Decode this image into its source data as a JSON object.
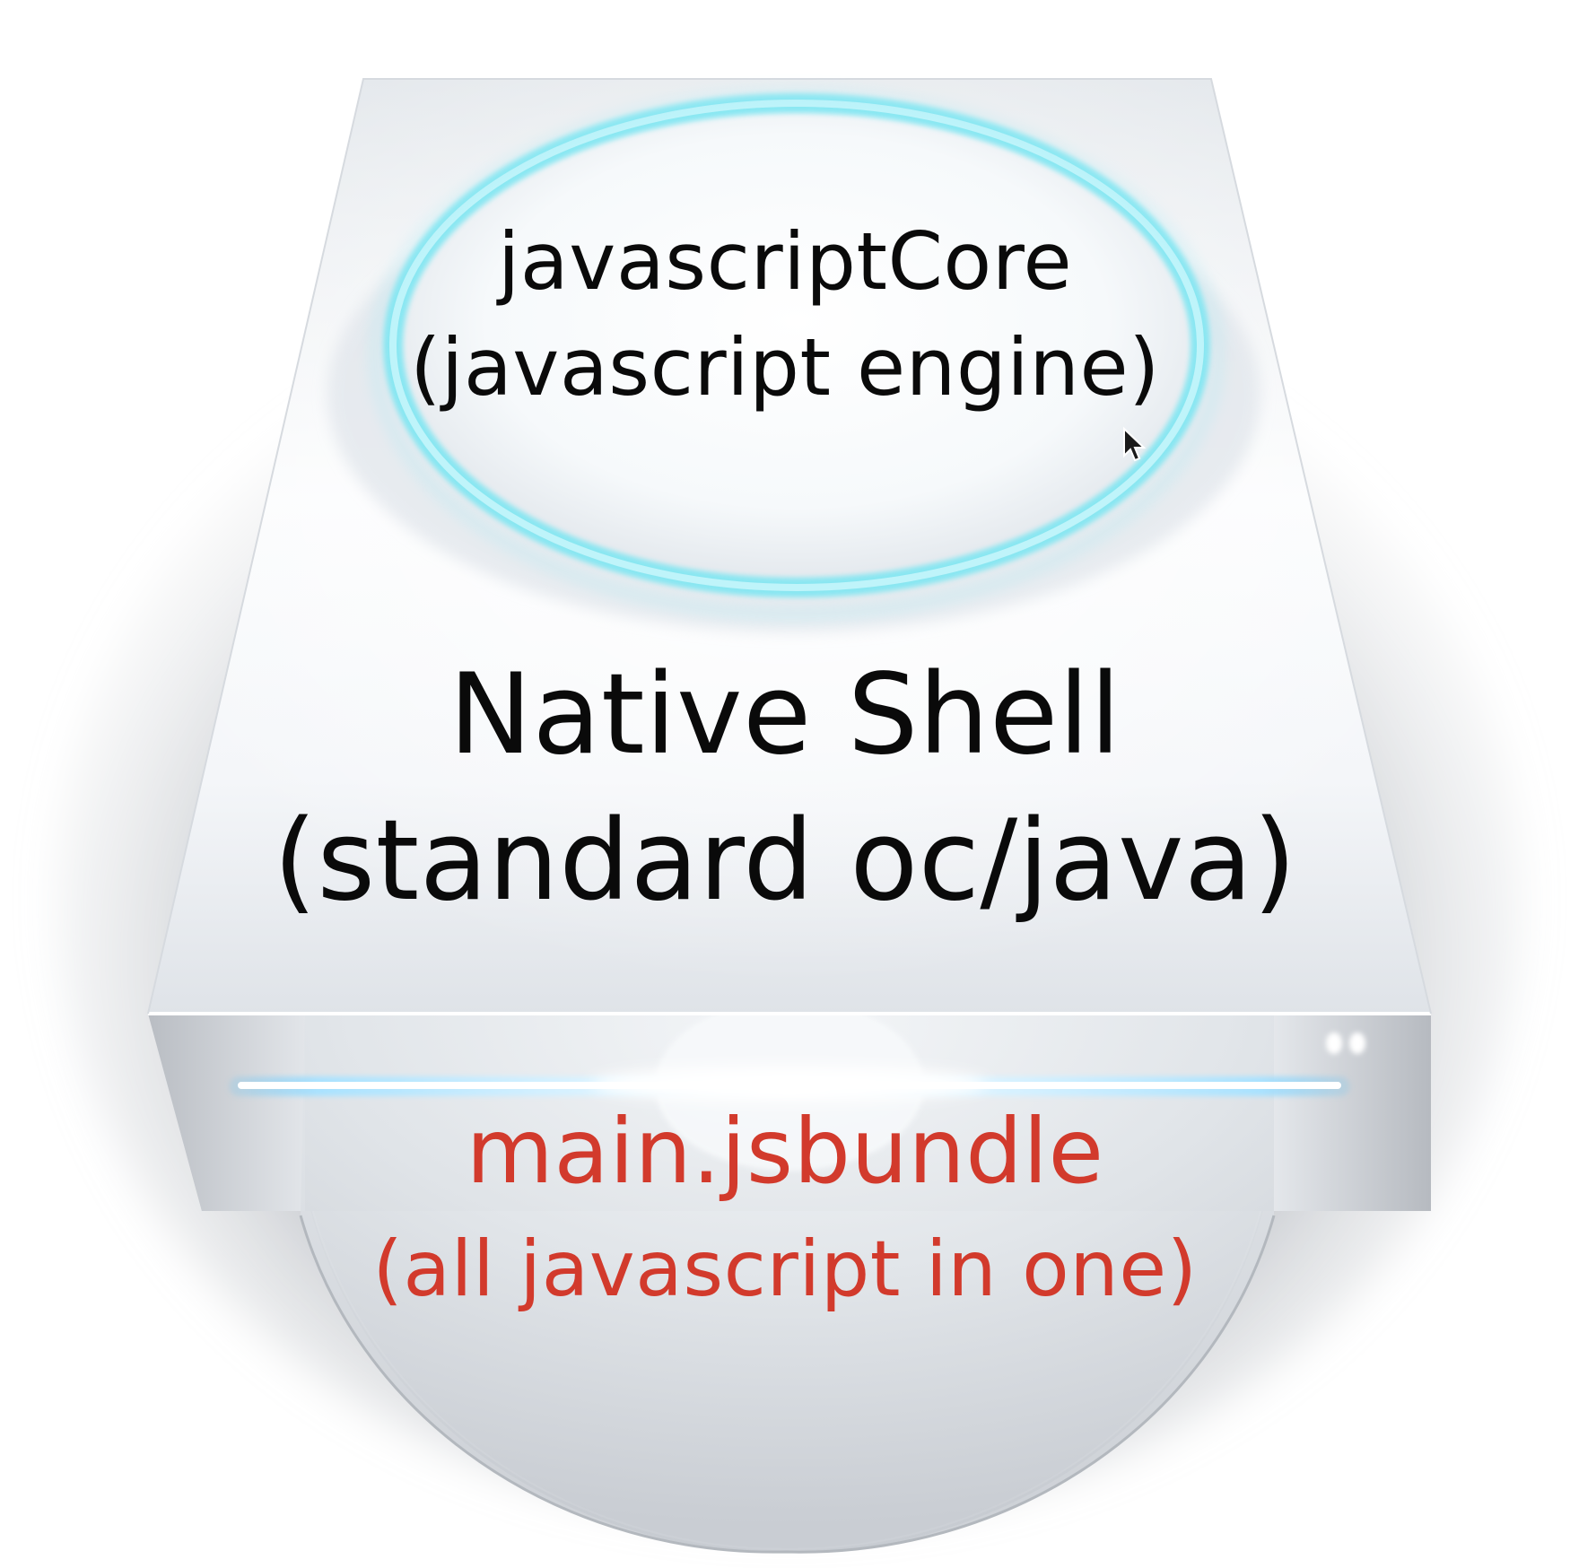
{
  "engine": {
    "name": "javascriptCore",
    "description": "(javascript engine)"
  },
  "shell": {
    "name": "Native Shell",
    "description": "(standard oc/java)"
  },
  "bundle": {
    "name": "main.jsbundle",
    "description": "(all javascript in one)"
  },
  "colors": {
    "background": "#ffffff",
    "drive_body": "#eef1f5",
    "drive_side": "#cfd3d8",
    "glow_ring": "#7fe6f2",
    "label_text": "#0a0a0a",
    "bundle_text": "#d23a2c",
    "disc": "#d9dde2"
  },
  "icons": [
    "hard-drive-icon",
    "optical-disc-icon",
    "mouse-pointer-icon"
  ]
}
